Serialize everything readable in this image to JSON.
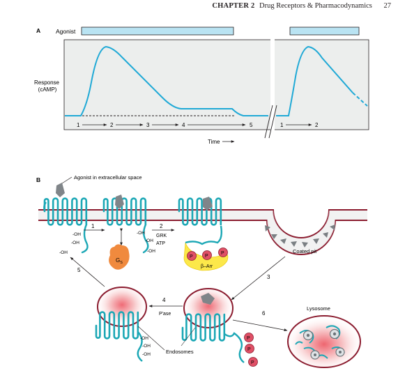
{
  "header": {
    "chapter": "CHAPTER 2",
    "title": "Drug Receptors & Pharmacodynamics",
    "page_number": "27"
  },
  "panel_a": {
    "label": "A",
    "agonist_label": "Agonist",
    "ylabel_line1": "Response",
    "ylabel_line2": "(cAMP)",
    "xlabel": "Time",
    "steps": [
      "1",
      "2",
      "3",
      "4",
      "5",
      "1",
      "2"
    ]
  },
  "panel_b": {
    "label": "B",
    "extracellular_label": "Agonist in extracellular space",
    "step_1": "1",
    "step_2": "2",
    "step_3": "3",
    "step_4": "4",
    "step_5": "5",
    "step_6": "6",
    "oh": "-OH",
    "gs_main": "G",
    "gs_sub": "S",
    "grk": "GRK",
    "atp": "ATP",
    "p": "P",
    "barr": "β–Arr",
    "coated_pit": "Coated pit",
    "pase": "P'ase",
    "lysosome": "Lysosome",
    "endosomes": "Endosomes"
  },
  "colors": {
    "curve": "#1fa9d6",
    "agonist_bar": "#b9e3f2",
    "plot_bg": "#eceeed",
    "membrane": "#8b1c2f",
    "receptor": "#1ba7b5",
    "agonist": "#808589",
    "gs": "#f08a3e",
    "phosphate": "#e05066",
    "arrestin": "#fce84a",
    "coat": "#7a7f83"
  }
}
